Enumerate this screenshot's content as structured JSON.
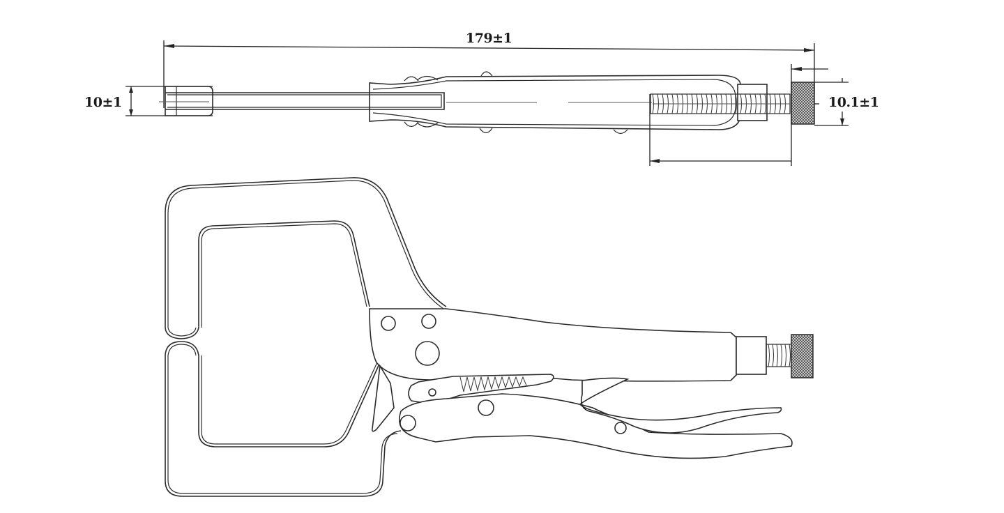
{
  "drawing": {
    "subject": "Locking C-clamp pliers technical drawing",
    "views": [
      "top-view",
      "side-view"
    ],
    "dimensions": {
      "overall_length": "179±1",
      "jaw_width": "10±1",
      "knob_diameter": "10.1±1"
    },
    "colors": {
      "line": "#2a2a2a",
      "background": "#ffffff",
      "knurl": "#555555"
    }
  }
}
